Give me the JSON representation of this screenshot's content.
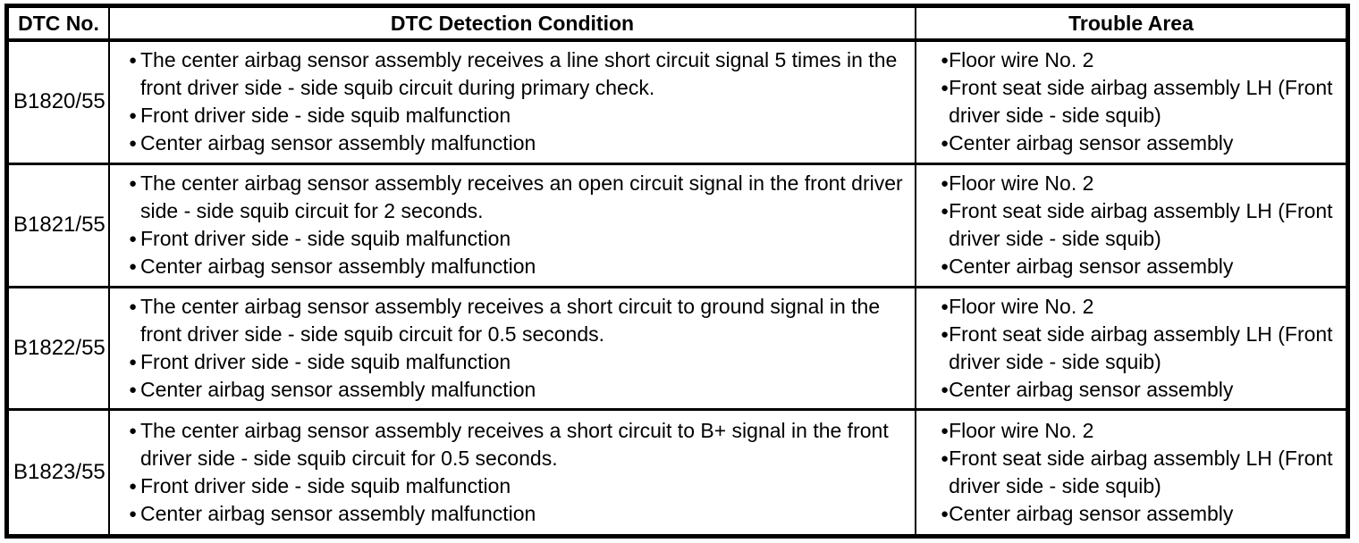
{
  "page": {
    "background_color": "#ffffff",
    "border_color": "#000000",
    "text_color": "#000000"
  },
  "icons": {
    "bullet": "●"
  },
  "table": {
    "headers": {
      "dtc_no": "DTC No.",
      "detection_condition": "DTC Detection Condition",
      "trouble_area": "Trouble Area"
    },
    "rows": [
      {
        "dtc_no": "B1820/55",
        "detection_conditions": [
          "The center airbag sensor assembly receives a line short circuit signal 5 times in the front driver side - side squib circuit during primary check.",
          "Front driver side - side squib malfunction",
          "Center airbag sensor assembly malfunction"
        ],
        "trouble_areas": [
          "Floor wire No. 2",
          "Front seat side airbag assembly LH (Front driver side - side squib)",
          "Center airbag sensor assembly"
        ]
      },
      {
        "dtc_no": "B1821/55",
        "detection_conditions": [
          "The center airbag sensor assembly receives an open circuit signal in the front driver side - side squib circuit for 2 seconds.",
          "Front driver side - side squib malfunction",
          "Center airbag sensor assembly malfunction"
        ],
        "trouble_areas": [
          "Floor wire No. 2",
          "Front seat side airbag assembly LH (Front driver side - side squib)",
          "Center airbag sensor assembly"
        ]
      },
      {
        "dtc_no": "B1822/55",
        "detection_conditions": [
          "The center airbag sensor assembly receives a short circuit to ground signal in the front driver side - side squib circuit for 0.5 seconds.",
          "Front driver side - side squib malfunction",
          "Center airbag sensor assembly malfunction"
        ],
        "trouble_areas": [
          "Floor wire No. 2",
          "Front seat side airbag assembly LH (Front driver side - side squib)",
          "Center airbag sensor assembly"
        ]
      },
      {
        "dtc_no": "B1823/55",
        "detection_conditions": [
          "The center airbag sensor assembly receives a short circuit to B+ signal in the front driver side - side squib circuit for 0.5 seconds.",
          "Front driver side - side squib malfunction",
          "Center airbag sensor assembly malfunction"
        ],
        "trouble_areas": [
          "Floor wire No. 2",
          "Front seat side airbag assembly LH (Front driver side - side squib)",
          "Center airbag sensor assembly"
        ]
      }
    ]
  }
}
